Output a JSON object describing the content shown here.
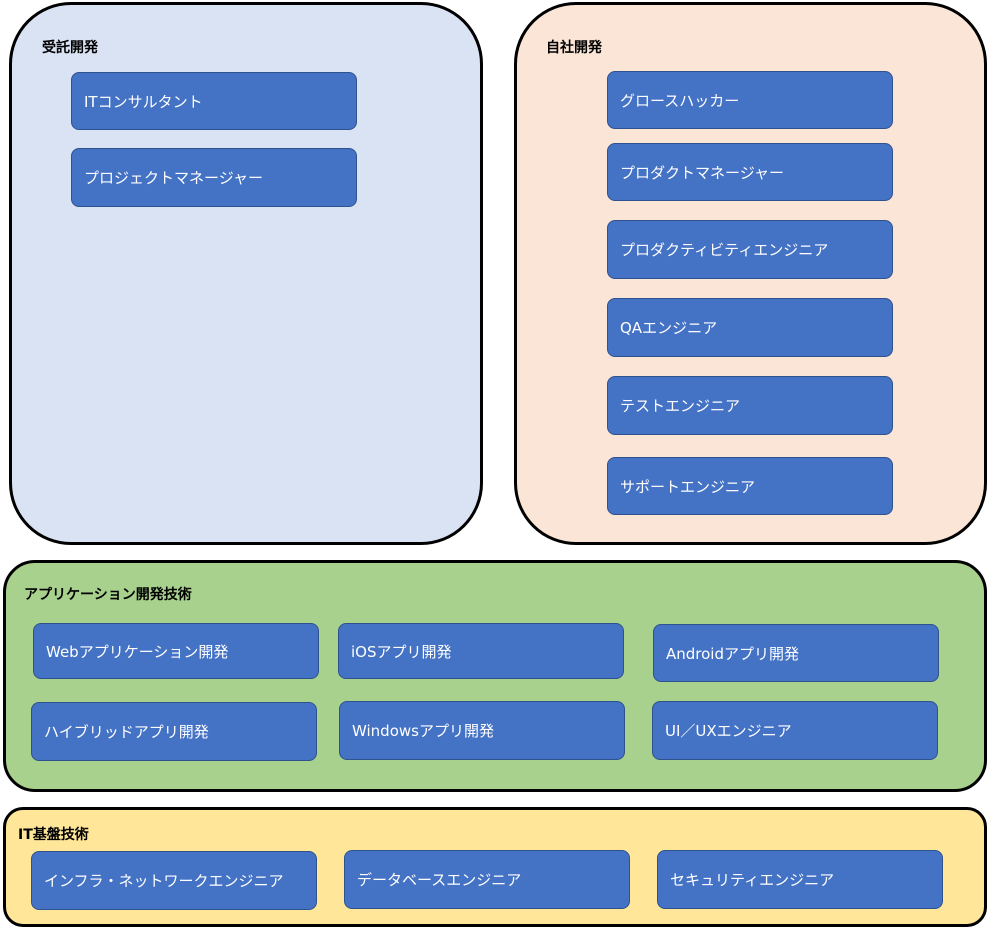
{
  "groups": {
    "contract": {
      "title": "受託開発",
      "color": "#DAE3F3",
      "roles": [
        "ITコンサルタント",
        "プロジェクトマネージャー"
      ]
    },
    "inhouse": {
      "title": "自社開発",
      "color": "#FBE5D6",
      "roles": [
        "グロースハッカー",
        "プロダクトマネージャー",
        "プロダクティビティエンジニア",
        "QAエンジニア",
        "テストエンジニア",
        "サポートエンジニア"
      ]
    },
    "app": {
      "title": "アプリケーション開発技術",
      "color": "#A9D18E",
      "roles": [
        "Webアプリケーション開発",
        "iOSアプリ開発",
        "Androidアプリ開発",
        "ハイブリッドアプリ開発",
        "Windowsアプリ開発",
        "UI／UXエンジニア"
      ]
    },
    "infra": {
      "title": "IT基盤技術",
      "color": "#FFE699",
      "roles": [
        "インフラ・ネットワークエンジニア",
        "データベースエンジニア",
        "セキュリティエンジニア"
      ]
    }
  },
  "role_box_color": "#4472C4",
  "border_color": "#000000"
}
